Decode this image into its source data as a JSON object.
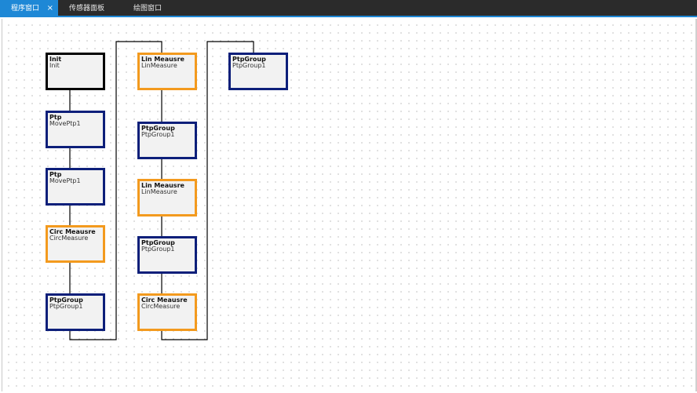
{
  "tabs": [
    {
      "label": "程序窗口",
      "close": "×"
    },
    {
      "label": "传感器面板"
    },
    {
      "label": "绘图窗口"
    }
  ],
  "nodes": [
    {
      "title": "Init",
      "name": "Init"
    },
    {
      "title": "Ptp",
      "name": "MovePtp1"
    },
    {
      "title": "Ptp",
      "name": "MovePtp1"
    },
    {
      "title": "Circ Meausre",
      "name": "CircMeasure"
    },
    {
      "title": "PtpGroup",
      "name": "PtpGroup1"
    },
    {
      "title": "Lin Meausre",
      "name": "LinMeasure"
    },
    {
      "title": "PtpGroup",
      "name": "PtpGroup1"
    },
    {
      "title": "Lin Meausre",
      "name": "LinMeasure"
    },
    {
      "title": "PtpGroup",
      "name": "PtpGroup1"
    },
    {
      "title": "Circ Meausre",
      "name": "CircMeasure"
    },
    {
      "title": "PtpGroup",
      "name": "PtpGroup1"
    }
  ],
  "colors": {
    "accent": "#1e88d6",
    "node_blue": "#0d1f7a",
    "node_orange": "#f39a1e",
    "node_black": "#000000",
    "node_fill": "#f2f2f2"
  }
}
